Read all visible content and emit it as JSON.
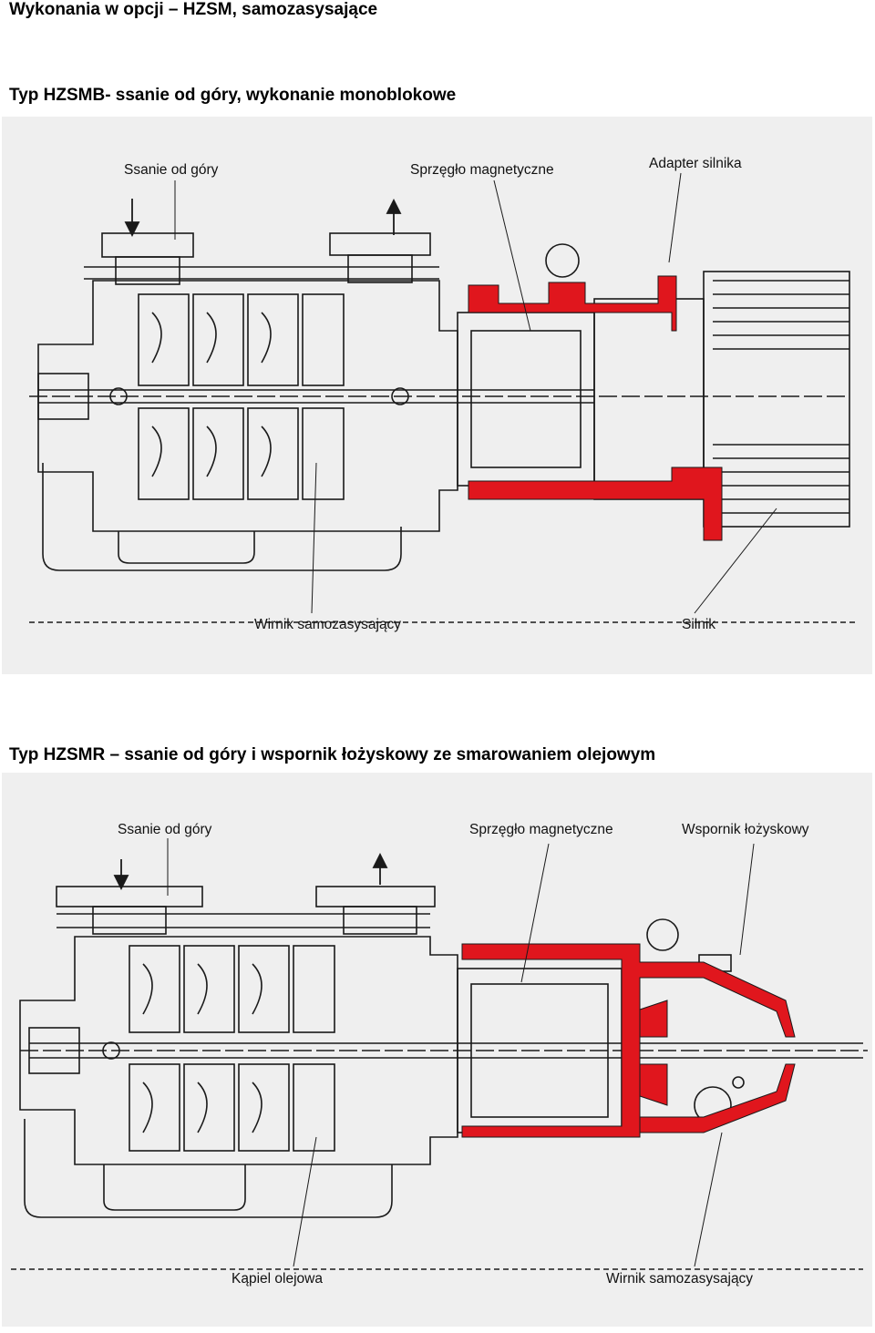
{
  "page": {
    "main_title": "Wykonania w opcji – HZSM, samozasysające"
  },
  "section_a": {
    "title": "Typ HZSMB- ssanie od góry, wykonanie monoblokowe",
    "labels": {
      "suction": "Ssanie od góry",
      "coupling": "Sprzęgło magnetyczne",
      "adapter": "Adapter silnika",
      "impeller": "Wirnik samozasysający",
      "motor": "Silnik"
    }
  },
  "section_b": {
    "title": "Typ HZSMR – ssanie od góry i wspornik łożyskowy ze smarowaniem olejowym",
    "labels": {
      "suction": "Ssanie od góry",
      "coupling": "Sprzęgło magnetyczne",
      "bracket": "Wspornik łożyskowy",
      "oil_bath": "Kąpiel olejowa",
      "impeller": "Wirnik samozasysający"
    }
  },
  "colors": {
    "highlight": "#e0161d",
    "panel_bg": "#efefef",
    "line": "#1a1a1a"
  }
}
